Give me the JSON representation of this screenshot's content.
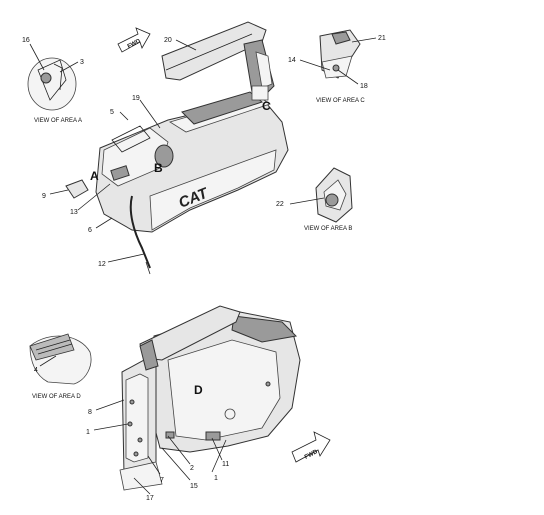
{
  "callouts": {
    "n16": "16",
    "n3": "3",
    "n20": "20",
    "n21": "21",
    "n14": "14",
    "n18": "18",
    "n5": "5",
    "n19": "19",
    "n9": "9",
    "n13": "13",
    "n6": "6",
    "n12": "12",
    "n22": "22",
    "n4": "4",
    "n8": "8",
    "n1a": "1",
    "n2": "2",
    "n11": "11",
    "n1b": "1",
    "n7": "7",
    "n15": "15",
    "n17": "17"
  },
  "area_letters": {
    "a": "A",
    "b": "B",
    "c": "C",
    "d": "D"
  },
  "captions": {
    "area_a": "VIEW OF AREA A",
    "area_b": "VIEW OF AREA B",
    "area_c": "VIEW OF AREA C",
    "area_d": "VIEW OF AREA D"
  },
  "direction": {
    "top": "FWD",
    "bottom": "FWD"
  },
  "brand": "CAT",
  "colors": {
    "line": "#222222",
    "shade": "#e6e6e6",
    "dark": "#9a9a9a"
  }
}
